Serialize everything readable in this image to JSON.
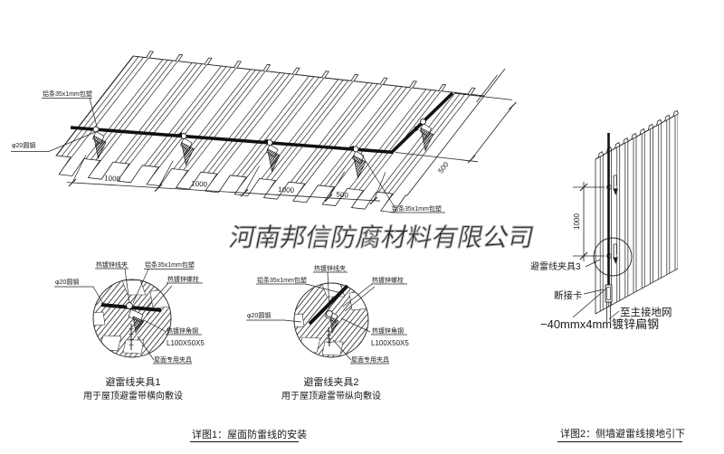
{
  "watermark": "河南邦信防腐材料有限公司",
  "colors": {
    "red": "#bf4040",
    "line": "#1a1a1a",
    "watermark_gray": "#b3b3b3"
  },
  "roof_view": {
    "label_strip": "铝条35x1mm包塑",
    "label_rod": "φ20圆钢",
    "dims": [
      "1000",
      "1000",
      "1000",
      "500"
    ],
    "dim_diag": "500"
  },
  "wall_view": {
    "dim": "1000",
    "label_clamp3": "避雷线夹具3",
    "label_disconnect": "断接卡",
    "label_to_ground": "至主接地网",
    "label_flat_steel": "−40mmx4mm镀锌扁钢",
    "caption": "详图2：侧墙避雷线接地引下"
  },
  "details": {
    "labels": {
      "wire_clip": "热镀锌线夹",
      "strip": "铝条35x1mm包塑",
      "bolt": "热镀锌螺栓",
      "rod": "φ20圆钢",
      "angle_steel": "热镀锌角钢",
      "angle_spec": "L100X50X5",
      "roof_fixture": "屋面专用夹具"
    },
    "clamp1_title": "避雷线夹具1",
    "clamp1_subtitle": "用于屋顶避雷带横向敷设",
    "clamp2_title": "避雷线夹具2",
    "clamp2_subtitle": "用于屋顶避雷带纵向敷设",
    "caption": "详图1：屋面防雷线的安装"
  }
}
